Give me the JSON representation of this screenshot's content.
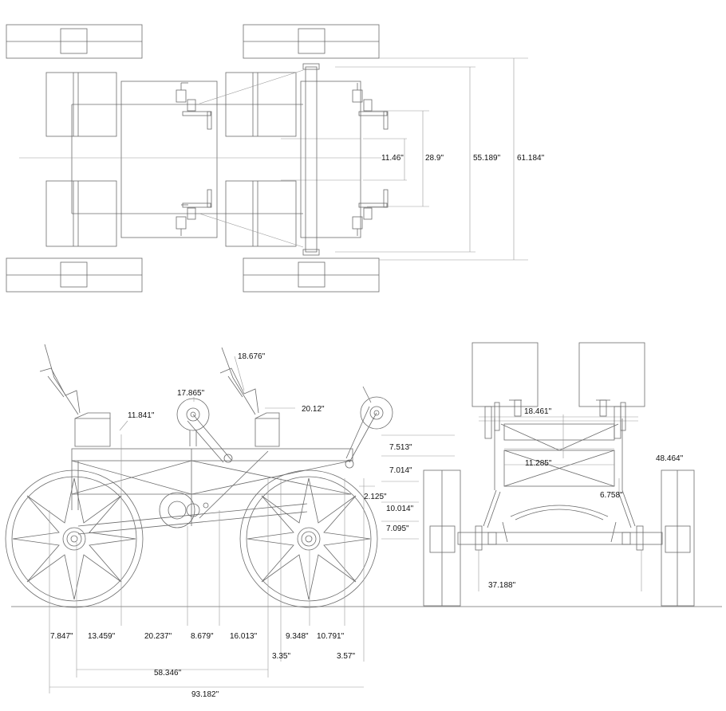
{
  "top_view": {
    "dims": {
      "d1": "11.46\"",
      "d2": "28.9\"",
      "d3": "55.189\"",
      "d4": "61.184\""
    }
  },
  "side_view": {
    "dims": {
      "seat_back": "18.676\"",
      "crank_front": "17.865\"",
      "seat_height": "11.841\"",
      "seat_to_crank": "20.12\"",
      "b1": "7.847\"",
      "b2": "13.459\"",
      "b3": "20.237\"",
      "b4": "8.679\"",
      "b5": "16.013\"",
      "b6": "9.348\"",
      "b7": "10.791\"",
      "b8": "3.35\"",
      "b9": "3.57\"",
      "wheelbase": "58.346\"",
      "overall_length": "93.182\""
    }
  },
  "front_view": {
    "dims": {
      "r1": "7.513\"",
      "r2": "7.014\"",
      "r3": "2.125\"",
      "r4": "10.014\"",
      "r5": "7.095\"",
      "seat_gap": "18.461\"",
      "frame_width": "11.285\"",
      "wheel_dia": "48.464\"",
      "mid": "6.758\"",
      "track": "37.188\""
    }
  }
}
